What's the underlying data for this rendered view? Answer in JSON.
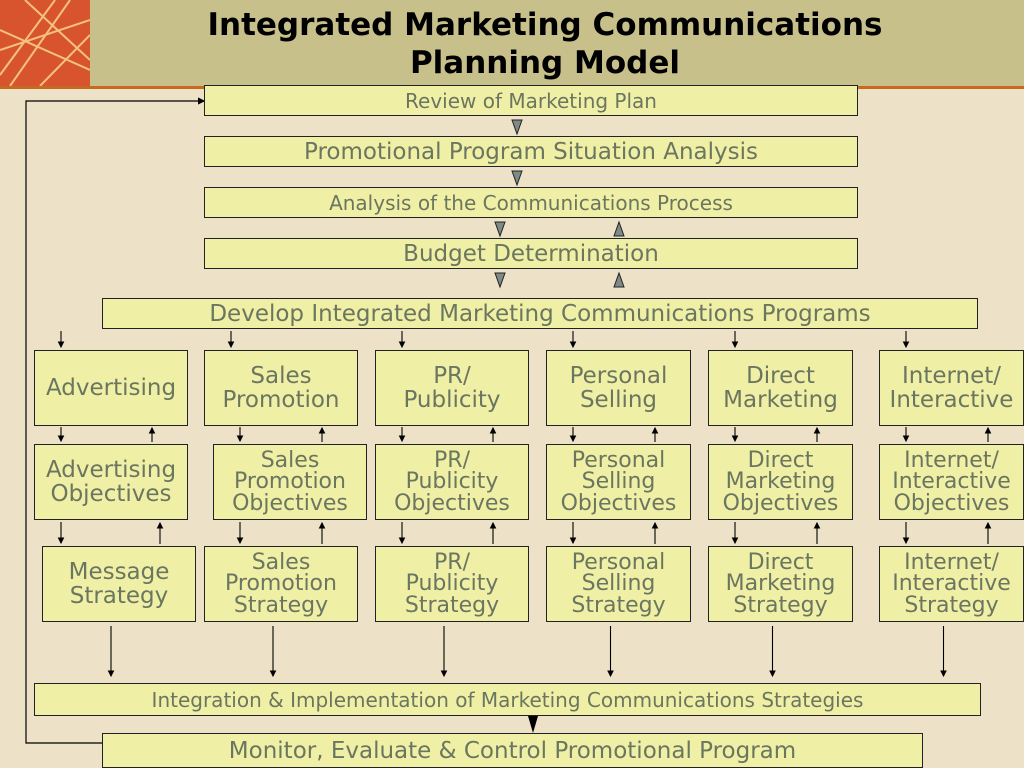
{
  "title": {
    "line1": "Integrated Marketing Communications",
    "line2": "Planning Model"
  },
  "steps": {
    "review": "Review of Marketing Plan",
    "situation": "Promotional Program Situation Analysis",
    "communications": "Analysis of the Communications Process",
    "budget": "Budget Determination",
    "develop": "Develop Integrated Marketing Communications Programs",
    "integration": "Integration & Implementation of Marketing Communications Strategies",
    "monitor": "Monitor, Evaluate & Control Promotional Program"
  },
  "programs": [
    {
      "area": [
        "Advertising"
      ],
      "objectives": [
        "Advertising",
        "Objectives"
      ],
      "strategy": [
        "Message",
        "Strategy"
      ]
    },
    {
      "area": [
        "Sales",
        "Promotion"
      ],
      "objectives": [
        "Sales",
        "Promotion",
        "Objectives"
      ],
      "strategy": [
        "Sales",
        "Promotion",
        "Strategy"
      ]
    },
    {
      "area": [
        "PR/",
        "Publicity"
      ],
      "objectives": [
        "PR/",
        "Publicity",
        "Objectives"
      ],
      "strategy": [
        "PR/",
        "Publicity",
        "Strategy"
      ]
    },
    {
      "area": [
        "Personal",
        "Selling"
      ],
      "objectives": [
        "Personal",
        "Selling",
        "Objectives"
      ],
      "strategy": [
        "Personal",
        "Selling",
        "Strategy"
      ]
    },
    {
      "area": [
        "Direct",
        "Marketing"
      ],
      "objectives": [
        "Direct",
        "Marketing",
        "Objectives"
      ],
      "strategy": [
        "Direct",
        "Marketing",
        "Strategy"
      ]
    },
    {
      "area": [
        "Internet/",
        "Interactive"
      ],
      "objectives": [
        "Internet/",
        "Interactive",
        "Objectives"
      ],
      "strategy": [
        "Internet/",
        "Interactive",
        "Strategy"
      ]
    }
  ],
  "colors": {
    "background": "#ede1c8",
    "header": "#c8c08a",
    "accent": "#c76a1f",
    "box_fill": "#f0efa6",
    "box_text": "#6b7660"
  }
}
